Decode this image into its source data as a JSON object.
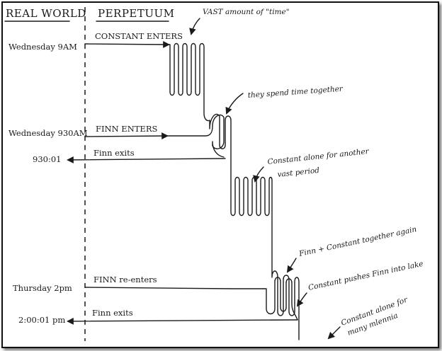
{
  "columns": {
    "real_world": "REAL WORLD",
    "perpetuum": "PERPETUUM"
  },
  "times": {
    "wed_9am": "Wednesday 9AM",
    "wed_930": "Wednesday 930AM",
    "t_930_01": "930:01",
    "thu_2pm": "Thursday 2pm",
    "t_2_00_01": "2:00:01 pm"
  },
  "events": {
    "constant_enters": "CONSTANT ENTERS",
    "finn_enters": "FINN ENTERS",
    "finn_exits_1": "Finn exits",
    "finn_reenters": "FINN re-enters",
    "finn_exits_2": "Finn exits"
  },
  "notes": {
    "vast_time": "VAST amount of \"time\"",
    "spend_time": "they spend time together",
    "alone_1": "Constant alone for another",
    "alone_1b": "vast period",
    "together_again": "Finn + Constant together again",
    "pushes": "Constant pushes Finn into lake",
    "alone_2": "Constant alone for",
    "alone_2b": "many mlennia"
  }
}
